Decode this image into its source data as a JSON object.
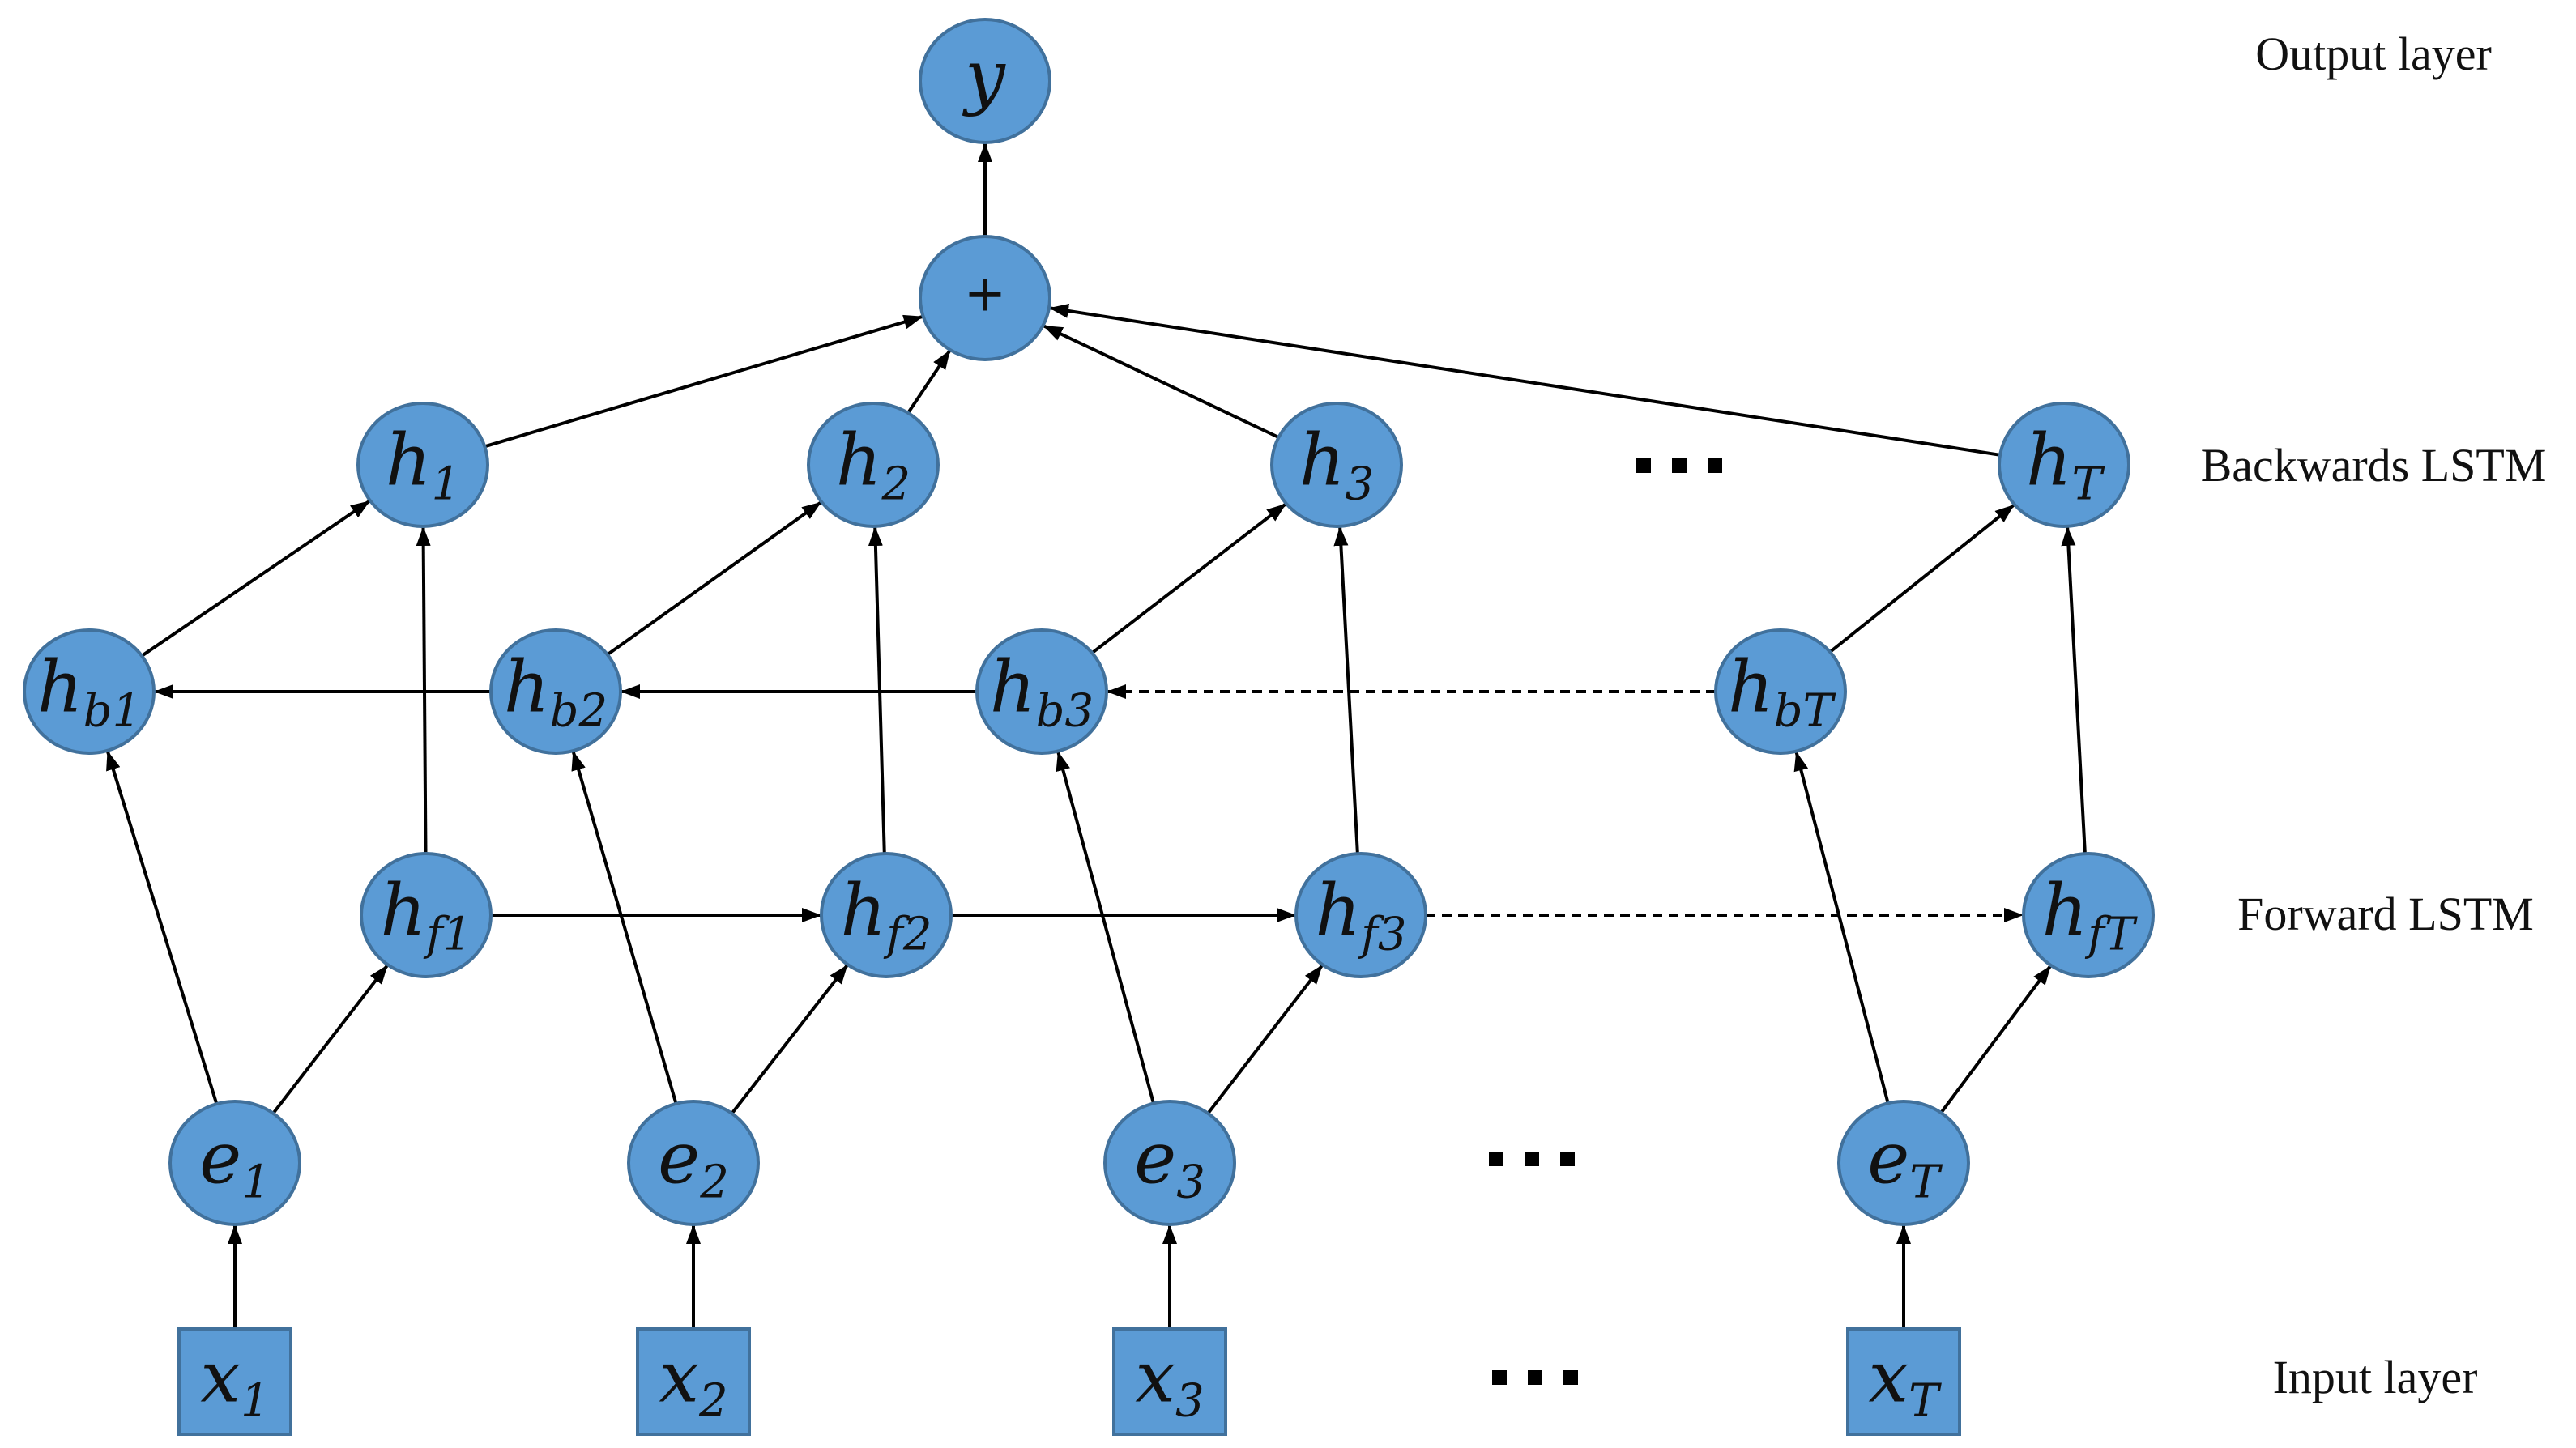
{
  "layer_labels": {
    "output": "Output layer",
    "backward": "Backwards LSTM",
    "forward": "Forward LSTM",
    "input": "Input layer"
  },
  "colors": {
    "node_fill": "#5b9bd5",
    "node_stroke": "#41719c",
    "edge": "#000000",
    "text": "#111111"
  },
  "nodes": {
    "y": {
      "base": "y",
      "sub": ""
    },
    "plus": {
      "base": "+",
      "sub": ""
    },
    "h1": {
      "base": "h",
      "sub": "1"
    },
    "h2": {
      "base": "h",
      "sub": "2"
    },
    "h3": {
      "base": "h",
      "sub": "3"
    },
    "hT": {
      "base": "h",
      "sub": "T"
    },
    "hb1": {
      "base": "h",
      "sub": "b1"
    },
    "hb2": {
      "base": "h",
      "sub": "b2"
    },
    "hb3": {
      "base": "h",
      "sub": "b3"
    },
    "hbT": {
      "base": "h",
      "sub": "bT"
    },
    "hf1": {
      "base": "h",
      "sub": "f1"
    },
    "hf2": {
      "base": "h",
      "sub": "f2"
    },
    "hf3": {
      "base": "h",
      "sub": "f3"
    },
    "hfT": {
      "base": "h",
      "sub": "fT"
    },
    "e1": {
      "base": "e",
      "sub": "1"
    },
    "e2": {
      "base": "e",
      "sub": "2"
    },
    "e3": {
      "base": "e",
      "sub": "3"
    },
    "eT": {
      "base": "e",
      "sub": "T"
    },
    "x1": {
      "base": "x",
      "sub": "1"
    },
    "x2": {
      "base": "x",
      "sub": "2"
    },
    "x3": {
      "base": "x",
      "sub": "3"
    },
    "xT": {
      "base": "x",
      "sub": "T"
    }
  },
  "edges": [
    {
      "from": "x1",
      "to": "e1",
      "style": "solid"
    },
    {
      "from": "x2",
      "to": "e2",
      "style": "solid"
    },
    {
      "from": "x3",
      "to": "e3",
      "style": "solid"
    },
    {
      "from": "xT",
      "to": "eT",
      "style": "solid"
    },
    {
      "from": "e1",
      "to": "hf1",
      "style": "solid"
    },
    {
      "from": "e2",
      "to": "hf2",
      "style": "solid"
    },
    {
      "from": "e3",
      "to": "hf3",
      "style": "solid"
    },
    {
      "from": "eT",
      "to": "hfT",
      "style": "solid"
    },
    {
      "from": "e1",
      "to": "hb1",
      "style": "solid"
    },
    {
      "from": "e2",
      "to": "hb2",
      "style": "solid"
    },
    {
      "from": "e3",
      "to": "hb3",
      "style": "solid"
    },
    {
      "from": "eT",
      "to": "hbT",
      "style": "solid"
    },
    {
      "from": "hf1",
      "to": "hf2",
      "style": "solid"
    },
    {
      "from": "hf2",
      "to": "hf3",
      "style": "solid"
    },
    {
      "from": "hf3",
      "to": "hfT",
      "style": "dashed"
    },
    {
      "from": "hbT",
      "to": "hb3",
      "style": "dashed"
    },
    {
      "from": "hb3",
      "to": "hb2",
      "style": "solid"
    },
    {
      "from": "hb2",
      "to": "hb1",
      "style": "solid"
    },
    {
      "from": "hb1",
      "to": "h1",
      "style": "solid"
    },
    {
      "from": "hb2",
      "to": "h2",
      "style": "solid"
    },
    {
      "from": "hb3",
      "to": "h3",
      "style": "solid"
    },
    {
      "from": "hbT",
      "to": "hT",
      "style": "solid"
    },
    {
      "from": "hf1",
      "to": "h1",
      "style": "solid"
    },
    {
      "from": "hf2",
      "to": "h2",
      "style": "solid"
    },
    {
      "from": "hf3",
      "to": "h3",
      "style": "solid"
    },
    {
      "from": "hfT",
      "to": "hT",
      "style": "solid"
    },
    {
      "from": "h1",
      "to": "plus",
      "style": "solid"
    },
    {
      "from": "h2",
      "to": "plus",
      "style": "solid"
    },
    {
      "from": "h3",
      "to": "plus",
      "style": "solid"
    },
    {
      "from": "hT",
      "to": "plus",
      "style": "solid"
    },
    {
      "from": "plus",
      "to": "y",
      "style": "solid"
    }
  ]
}
